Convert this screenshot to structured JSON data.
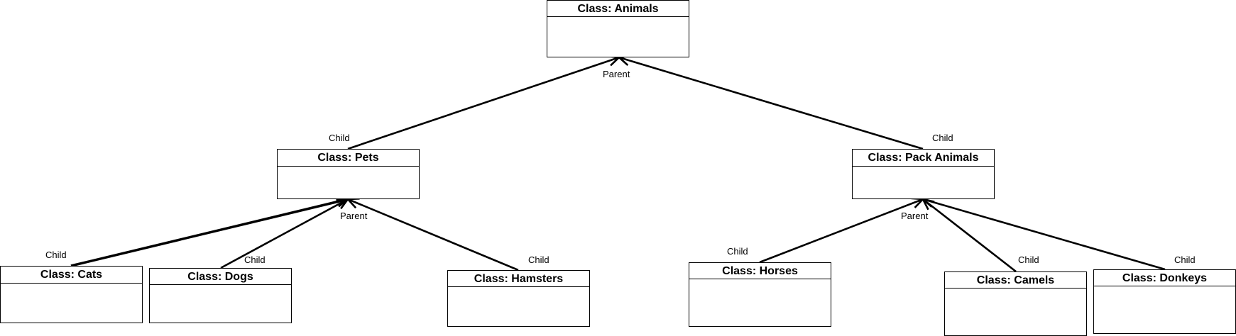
{
  "diagram": {
    "classes": {
      "animals": "Class: Animals",
      "pets": "Class: Pets",
      "pack_animals": "Class: Pack Animals",
      "cats": "Class: Cats",
      "dogs": "Class: Dogs",
      "hamsters": "Class: Hamsters",
      "horses": "Class: Horses",
      "camels": "Class: Camels",
      "donkeys": "Class: Donkeys"
    },
    "labels": {
      "parent": "Parent",
      "child": "Child"
    },
    "edges": [
      {
        "from": "pets",
        "to": "animals"
      },
      {
        "from": "pack_animals",
        "to": "animals"
      },
      {
        "from": "cats",
        "to": "pets"
      },
      {
        "from": "dogs",
        "to": "pets"
      },
      {
        "from": "hamsters",
        "to": "pets"
      },
      {
        "from": "horses",
        "to": "pack_animals"
      },
      {
        "from": "camels",
        "to": "pack_animals"
      },
      {
        "from": "donkeys",
        "to": "pack_animals"
      }
    ],
    "colors": {
      "line": "#000000",
      "box_border": "#000000",
      "background": "#ffffff"
    }
  }
}
